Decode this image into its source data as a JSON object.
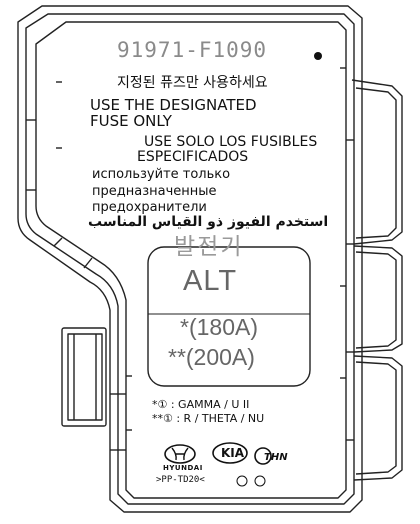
{
  "label": {
    "part_number": "91971-F1090",
    "korean_instruction": "지정된 퓨즈만 사용하세요",
    "english_line_1": "USE THE DESIGNATED",
    "english_line_2": "FUSE ONLY",
    "spanish_line_1": "USE SOLO LOS FUSIBLES",
    "spanish_line_2": "ESPECIFICADOS",
    "russian_line_1": "используйте только",
    "russian_line_2": "предназначенные",
    "russian_line_3": "предохранители",
    "arabic_line": "استخدم الفيوز ذو القياس المناسب"
  },
  "fuse": {
    "korean_name": "발전기",
    "name": "ALT",
    "rating_1": "*(180A)",
    "rating_2": "**(200A)"
  },
  "notes": {
    "note_1": "*① : GAMMA / U II",
    "note_2": "**① : R / THETA / NU"
  },
  "brands": {
    "hyundai": "HYUNDAI",
    "kia": "KIA",
    "theta": "THN",
    "code": ">PP-TD20<"
  }
}
